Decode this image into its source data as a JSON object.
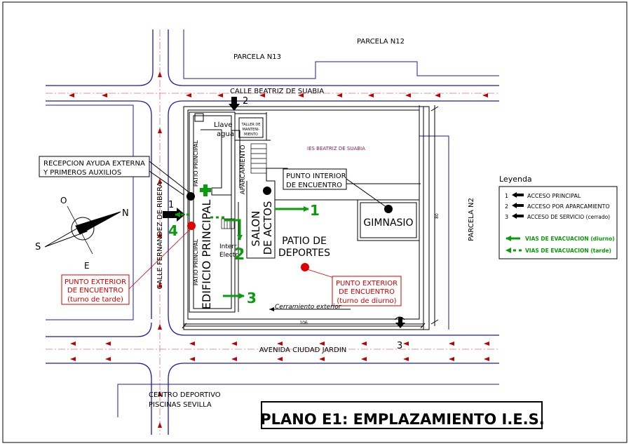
{
  "title": "PLANO E1: EMPLAZAMIENTO I.E.S.",
  "streets": {
    "calle_beatriz": "CALLE BEATRIZ DE SUABIA",
    "calle_fernandez": "CALLE FERNANDEZ DE RIBERA",
    "avenida": "AVENIDA CIUDAD JARDIN"
  },
  "parcels": {
    "n13": "PARCELA N13",
    "n12": "PARCELA N12",
    "n2": "PARCELA N2"
  },
  "centro": {
    "line1": "CENTRO DEPORTIVO",
    "line2": "PISCINAS SEVILLA"
  },
  "buildings": {
    "edificio": "EDIFICIO PRINCIPAL",
    "patio_principal": "PATIO PRINCIPAL",
    "aparcamiento": "APARCAMIENTO",
    "salon_1": "SALON",
    "salon_2": "DE ACTOS",
    "patio_deportes_1": "PATIO DE",
    "patio_deportes_2": "DEPORTES",
    "gimnasio": "GIMNASIO",
    "taller_1": "TALLER DE",
    "taller_2": "MANTENI-",
    "taller_3": "MIENTO",
    "llave_1": "Llave",
    "llave_2": "agua",
    "interr_1": "Interr.",
    "interr_2": "Electr.",
    "ies": "IES BEATRIZ DE SUABIA",
    "cerramiento": "Cerramiento exterior",
    "dim_106": "106",
    "dim_vert": "80"
  },
  "callouts": {
    "recepcion_1": "RECEPCION AYUDA EXTERNA",
    "recepcion_2": "Y PRIMEROS AUXILIOS",
    "punto_interior_1": "PUNTO INTERIOR",
    "punto_interior_2": "DE ENCUENTRO",
    "ext_tarde_1": "PUNTO EXTERIOR",
    "ext_tarde_2": "DE ENCUENTRO",
    "ext_tarde_3": "(turno de tarde)",
    "ext_diurno_1": "PUNTO EXTERIOR",
    "ext_diurno_2": "DE ENCUENTRO",
    "ext_diurno_3": "(turno de diurno)"
  },
  "access_numbers": {
    "a1": "1",
    "a2": "2",
    "a3": "3"
  },
  "evac_numbers": {
    "e1": "1",
    "e2": "2",
    "e3": "3",
    "e4": "4"
  },
  "compass": {
    "n": "N",
    "s": "S",
    "o": "O",
    "e": "E"
  },
  "legend": {
    "title": "Leyenda",
    "item1": "1",
    "item1_text": "ACCESO PRINCIPAL",
    "item2": "2",
    "item2_text": "ACCESO POR APARCAMIENTO",
    "item3": "3",
    "item3_text": "ACCESO DE SERVICIO (cerrado)",
    "evac_diurno": "VIAS DE EVACUACION (diurno)",
    "evac_tarde": "VIAS DE EVACUACION (tarde)"
  },
  "colors": {
    "road": "#1a1ab4",
    "evac": "#0a9c0a",
    "meeting_ext": "#e00000",
    "traffic": "#c00000"
  }
}
